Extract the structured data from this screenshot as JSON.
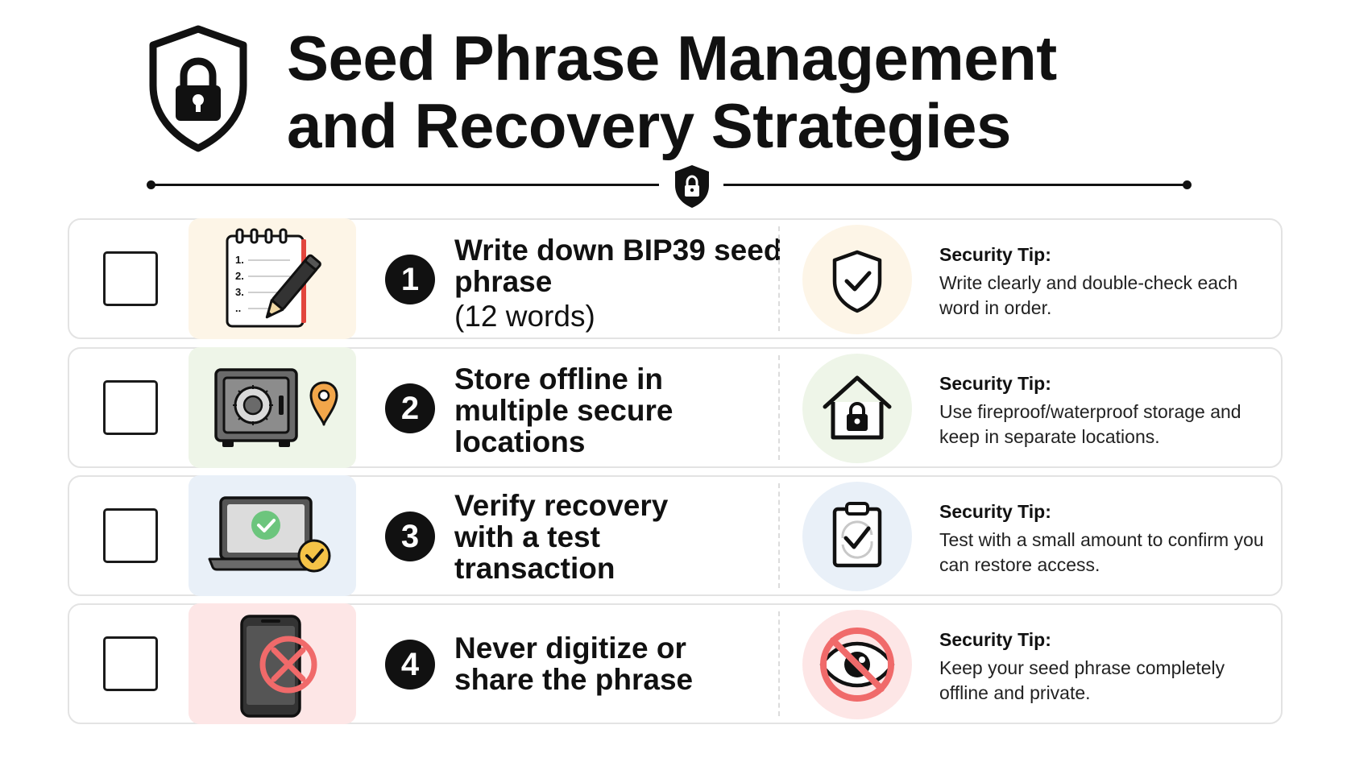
{
  "header": {
    "title_line1": "Seed Phrase Management",
    "title_line2": "and Recovery Strategies"
  },
  "icons": {
    "header": "shield-lock-icon",
    "divider": "mini-shield-lock-icon"
  },
  "colors": {
    "ink": "#111111",
    "step1_bg": "#fdf5e7",
    "step2_bg": "#eef5e8",
    "step3_bg": "#e9f0f8",
    "step4_bg": "#fde6e6",
    "accent_green": "#6cc57d",
    "accent_yellow": "#f5c347",
    "accent_red": "#f06a6a",
    "accent_orange_pin": "#f2a64a"
  },
  "steps": [
    {
      "number": "1",
      "title_bold": "Write down BIP39 seed phrase",
      "title_normal": "(12 words)",
      "illustration": "notepad-pencil-icon",
      "notepad_lines": [
        "1.",
        "2.",
        "3.",
        ".."
      ],
      "tip_icon": "shield-check-icon",
      "tip_label": "Security Tip:",
      "tip_text": "Write clearly and double-check each word in order.",
      "checked": false
    },
    {
      "number": "2",
      "title_bold": "Store offline in multiple secure locations",
      "title_normal": "",
      "illustration": "safe-location-pin-icon",
      "tip_icon": "house-lock-icon",
      "tip_label": "Security Tip:",
      "tip_text": "Use fireproof/waterproof storage and keep in separate locations.",
      "checked": false
    },
    {
      "number": "3",
      "title_bold": "Verify recovery with a test transaction",
      "title_normal": "",
      "illustration": "laptop-check-icon",
      "tip_icon": "clipboard-check-icon",
      "tip_label": "Security Tip:",
      "tip_text": "Test with a small amount to confirm you can restore access.",
      "checked": false
    },
    {
      "number": "4",
      "title_bold": "Never digitize or share the phrase",
      "title_normal": "",
      "illustration": "phone-prohibited-icon",
      "tip_icon": "eye-prohibited-icon",
      "tip_label": "Security Tip:",
      "tip_text": "Keep your seed phrase completely offline and private.",
      "checked": false
    }
  ]
}
